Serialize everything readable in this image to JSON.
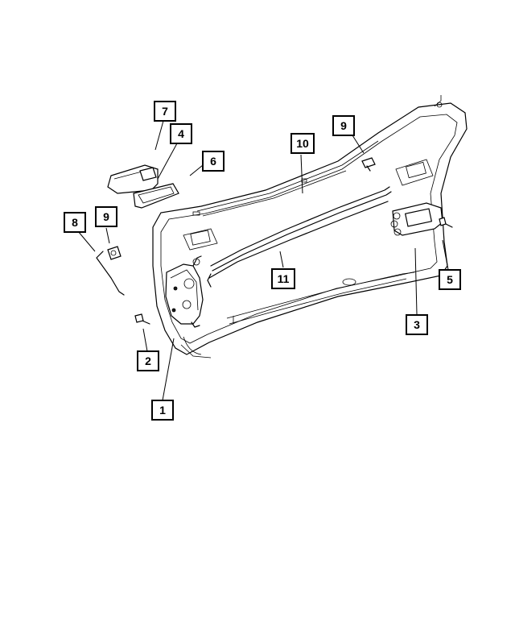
{
  "callouts": [
    {
      "id": "c7",
      "label": "7"
    },
    {
      "id": "c4",
      "label": "4"
    },
    {
      "id": "c6",
      "label": "6"
    },
    {
      "id": "c10",
      "label": "10"
    },
    {
      "id": "c9a",
      "label": "9"
    },
    {
      "id": "c8",
      "label": "8"
    },
    {
      "id": "c9b",
      "label": "9"
    },
    {
      "id": "c11",
      "label": "11"
    },
    {
      "id": "c5",
      "label": "5"
    },
    {
      "id": "c3",
      "label": "3"
    },
    {
      "id": "c2",
      "label": "2"
    },
    {
      "id": "c1",
      "label": "1"
    }
  ],
  "colors": {
    "line": "#000000",
    "background": "#ffffff"
  }
}
